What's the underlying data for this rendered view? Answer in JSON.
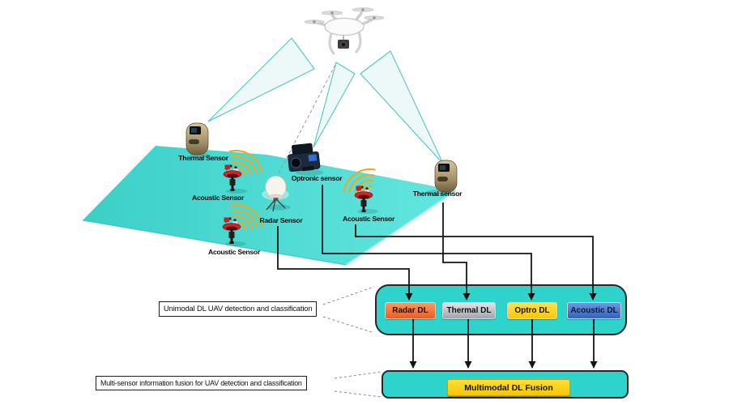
{
  "scene": {
    "drone": {
      "icon": "uav-drone-icon"
    },
    "sensors": [
      {
        "id": "thermal-left",
        "label": "Thermal Sensor"
      },
      {
        "id": "acoustic-1",
        "label": "Acoustic Sensor"
      },
      {
        "id": "acoustic-2",
        "label": "Acoustic Sensor"
      },
      {
        "id": "radar",
        "label": "Radar Sensor"
      },
      {
        "id": "optronic",
        "label": "Optronic sensor"
      },
      {
        "id": "acoustic-3",
        "label": "Acoustic Sensor"
      },
      {
        "id": "thermal-right",
        "label": "Thermal sensor"
      }
    ],
    "icons": [
      "detection-beam-cone",
      "sound-wave-icon",
      "ground-plane",
      "radar-dashed-line"
    ]
  },
  "unimodal_stage": {
    "caption": "Unimodal DL UAV detection and classification",
    "container_color": "#2ed3cc",
    "modules": [
      {
        "label": "Radar DL",
        "color": "#ee5a24"
      },
      {
        "label": "Thermal DL",
        "color": "#aab0b6"
      },
      {
        "label": "Optro DL",
        "color": "#f8c70a"
      },
      {
        "label": "Acoustic DL",
        "color": "#3a6fc4"
      }
    ]
  },
  "fusion_stage": {
    "caption": "Multi-sensor information fusion for UAV detection and classification",
    "container_color": "#2ed3cc",
    "module": {
      "label": "Multimodal DL Fusion",
      "color": "#f8c702"
    }
  }
}
